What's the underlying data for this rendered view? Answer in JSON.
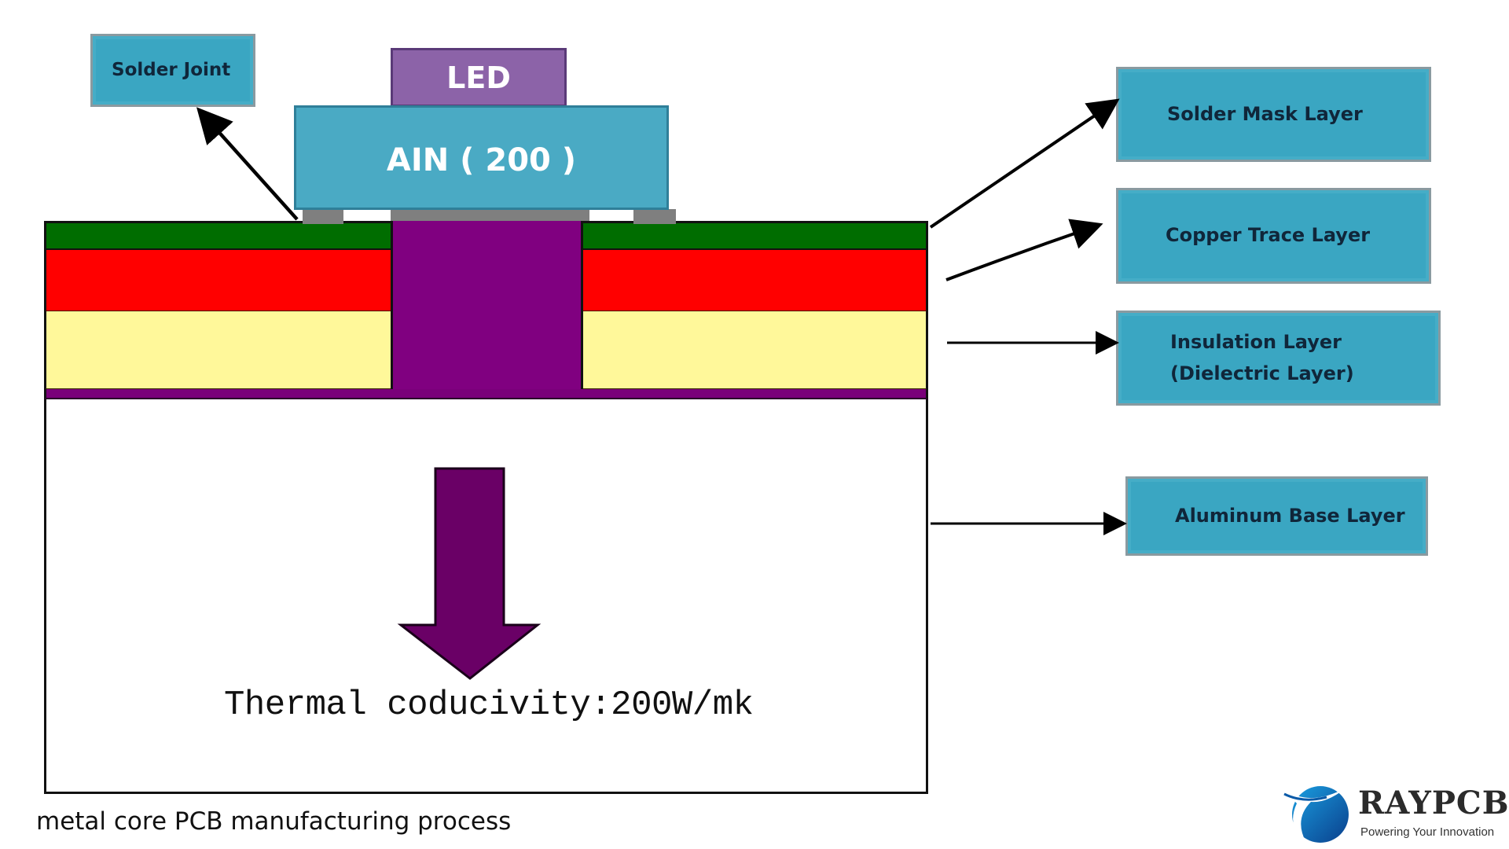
{
  "diagram": {
    "title": "metal core PCB manufacturing process",
    "component": {
      "led_label": "LED",
      "substrate_label": "AIN ( 200 )"
    },
    "callouts": {
      "solder_joint": "Solder Joint",
      "solder_mask": "Solder Mask Layer",
      "copper_trace": "Copper Trace Layer",
      "insulation_line1": "Insulation Layer",
      "insulation_line2": "(Dielectric Layer)",
      "aluminum_base": "Aluminum Base Layer"
    },
    "thermal_note": "Thermal coducivity:200W/mk",
    "colors": {
      "solder_mask": "#006d00",
      "copper_trace": "#ff0000",
      "insulation": "#fff89a",
      "thermal_via": "#800080",
      "led": "#8c63a8",
      "aln_substrate": "#4aaac4",
      "callout_box": "#3aa6c2",
      "pad": "#7f7f7f",
      "heat_arrow": "#6a0066"
    }
  },
  "logo": {
    "brand": "RAYPCB",
    "tagline": "Powering Your Innovation"
  }
}
